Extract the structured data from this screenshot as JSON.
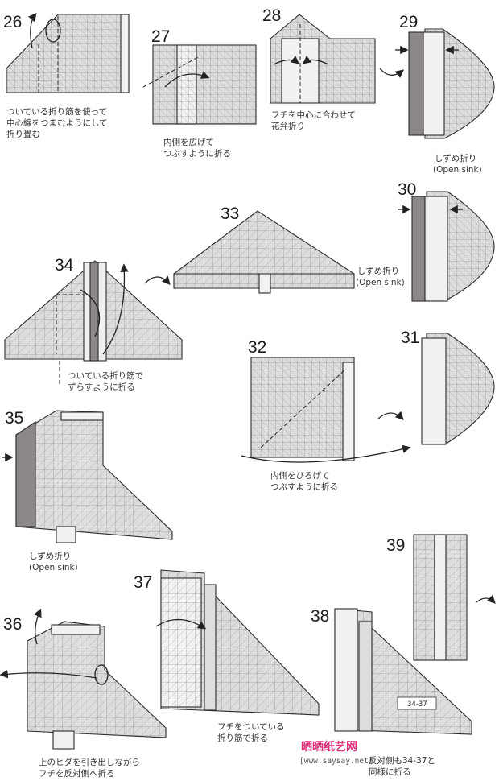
{
  "steps": {
    "s26": {
      "number": "26",
      "caption": [
        "ついている折り筋を使って",
        "中心線をつまむようにして",
        "折り畳む"
      ]
    },
    "s27": {
      "number": "27",
      "caption": [
        "内側を広げて",
        "つぶすように折る"
      ]
    },
    "s28": {
      "number": "28",
      "caption": [
        "フチを中心に合わせて",
        "花弁折り"
      ]
    },
    "s29": {
      "number": "29",
      "caption": [
        "しずめ折り",
        "(Open sink)"
      ]
    },
    "s30": {
      "number": "30",
      "caption": [
        "しずめ折り",
        "(Open sink)"
      ]
    },
    "s31": {
      "number": "31"
    },
    "s32": {
      "number": "32",
      "caption": [
        "内側をひろげて",
        "つぶすように折る"
      ]
    },
    "s33": {
      "number": "33"
    },
    "s34": {
      "number": "34",
      "caption": [
        "ついている折り筋で",
        "ずらすように折る"
      ]
    },
    "s35": {
      "number": "35",
      "caption": [
        "しずめ折り",
        "(Open sink)"
      ]
    },
    "s36": {
      "number": "36",
      "caption": [
        "上のヒダを引き出しながら",
        "フチを反対側へ折る"
      ]
    },
    "s37": {
      "number": "37",
      "caption": [
        "フチをついている",
        "折り筋で折る"
      ]
    },
    "s38": {
      "number": "38",
      "caption": [
        "反対側も34-37と",
        "同様に折る"
      ],
      "ref_label": "34-37"
    },
    "s39": {
      "number": "39"
    }
  },
  "watermark": {
    "text": "晒晒纸艺网",
    "url": "[www.saysay.net]"
  },
  "colors": {
    "paper": "#dedcdc",
    "paper_dark": "#8c8888",
    "ink": "#222222",
    "watermark": "#e0307a"
  }
}
